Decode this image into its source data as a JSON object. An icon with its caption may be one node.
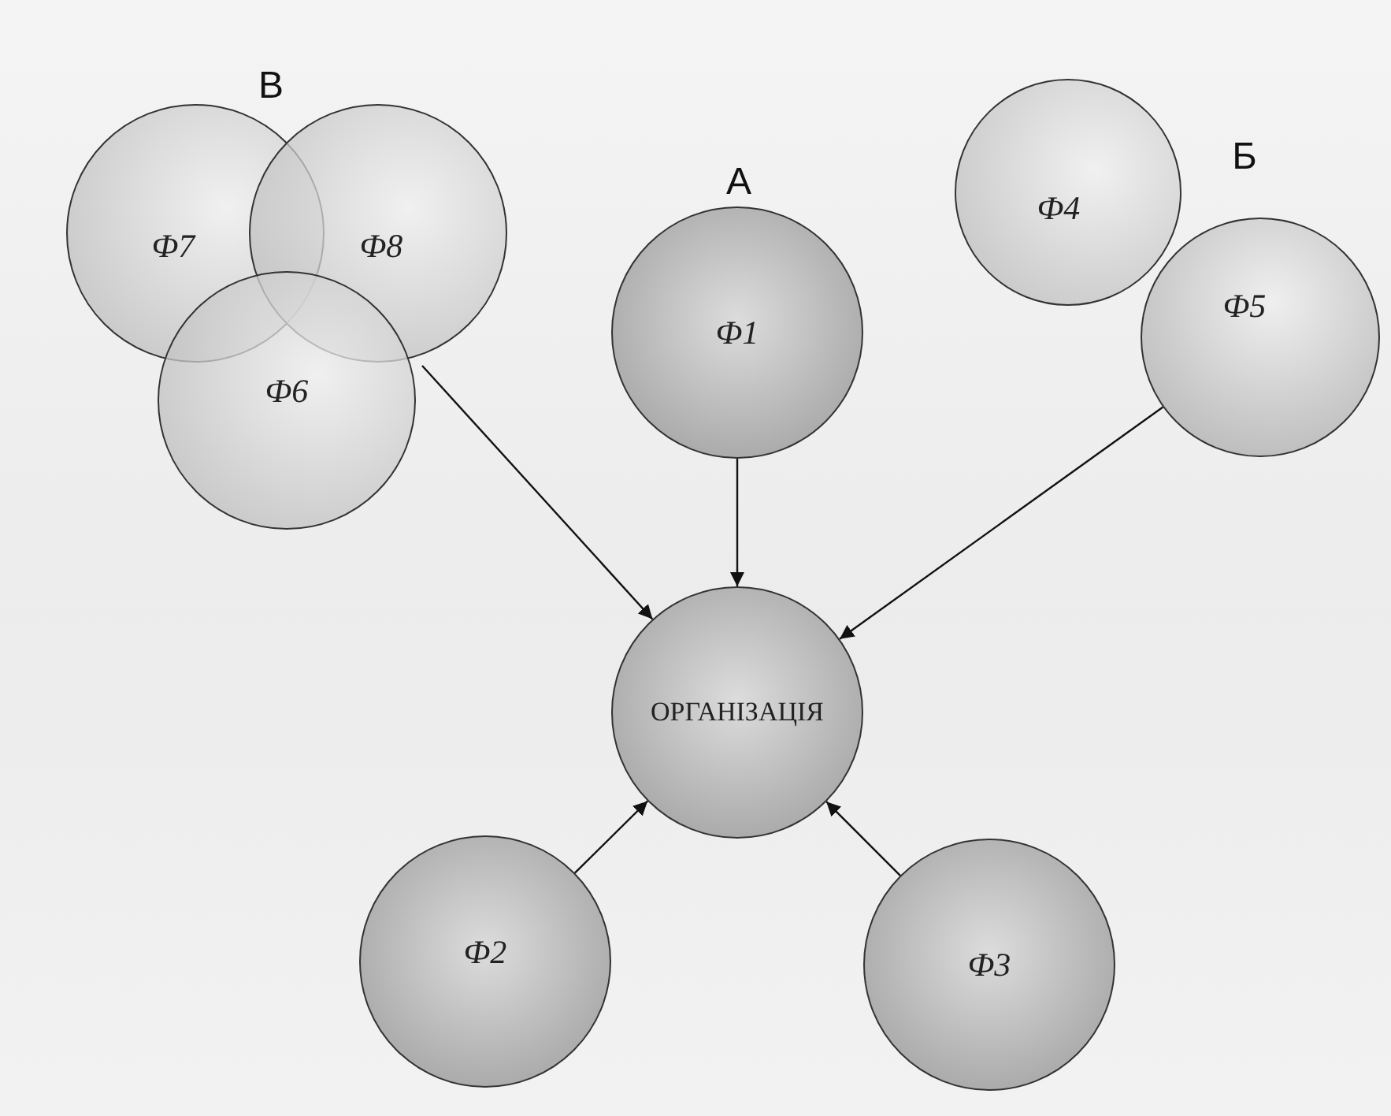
{
  "diagram": {
    "nodes": [
      {
        "text": [
          "Ф7"
        ]
      },
      {
        "text": [
          "Ф8"
        ]
      },
      {
        "text": [
          "Ф6"
        ]
      },
      {
        "text": [
          "Ф1"
        ],
        "beside": [
          "А"
        ]
      },
      {
        "text": [
          "Ф4"
        ]
      },
      {
        "text": [
          "Ф5"
        ]
      },
      {
        "text": [
          "ОРГАНІЗАЦІЯ"
        ]
      },
      {
        "text": [
          "Ф2"
        ]
      },
      {
        "text": [
          "Ф3"
        ]
      }
    ],
    "edges": [
      {
        "from": 1,
        "to": 6,
        "arrow": "to"
      },
      {
        "from": 3,
        "to": 6,
        "arrow": "to"
      },
      {
        "from": 5,
        "to": 6,
        "arrow": "to"
      },
      {
        "from": 7,
        "to": 6,
        "arrow": "to"
      },
      {
        "from": 8,
        "to": 6,
        "arrow": "to"
      }
    ],
    "labels": [
      "В",
      "Б"
    ]
  }
}
